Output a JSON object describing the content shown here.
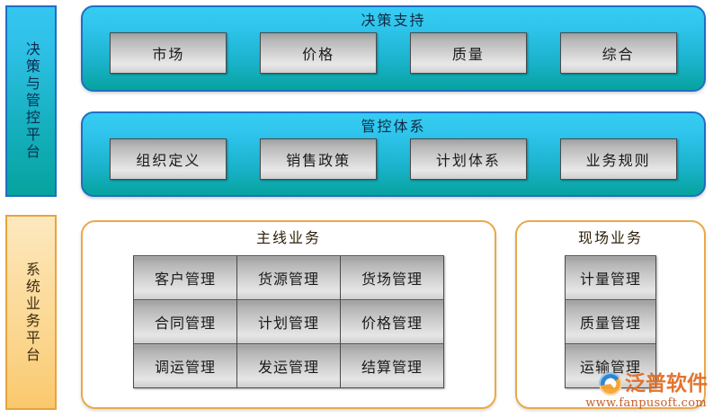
{
  "sidebars": [
    {
      "id": "decision",
      "label": "决策与管控平台"
    },
    {
      "id": "system",
      "label": "系统业务平台"
    }
  ],
  "panels": {
    "decision_support": {
      "title": "决策支持",
      "buttons": [
        "市场",
        "价格",
        "质量",
        "综合"
      ]
    },
    "control_system": {
      "title": "管控体系",
      "buttons": [
        "组织定义",
        "销售政策",
        "计划体系",
        "业务规则"
      ]
    },
    "main_business": {
      "title": "主线业务",
      "grid": [
        [
          "客户管理",
          "货源管理",
          "货场管理"
        ],
        [
          "合同管理",
          "计划管理",
          "价格管理"
        ],
        [
          "调运管理",
          "发运管理",
          "结算管理"
        ]
      ]
    },
    "field_business": {
      "title": "现场业务",
      "grid": [
        [
          "计量管理"
        ],
        [
          "质量管理"
        ],
        [
          "运输管理"
        ]
      ]
    }
  },
  "watermark": {
    "brand": "泛普软件",
    "url": "www.fanpusoft.com"
  },
  "colors": {
    "blue_panel_top": "#37cdf2",
    "blue_panel_bottom": "#06a39e",
    "blue_border": "#1f6fc4",
    "orange_panel_top": "#fdeec9",
    "orange_panel_bottom": "#f9c96e",
    "orange_border": "#eaa94a",
    "button_face": "#d0d0d0",
    "button_border": "#4a4a4a",
    "watermark_orange": "#e06a1f"
  }
}
